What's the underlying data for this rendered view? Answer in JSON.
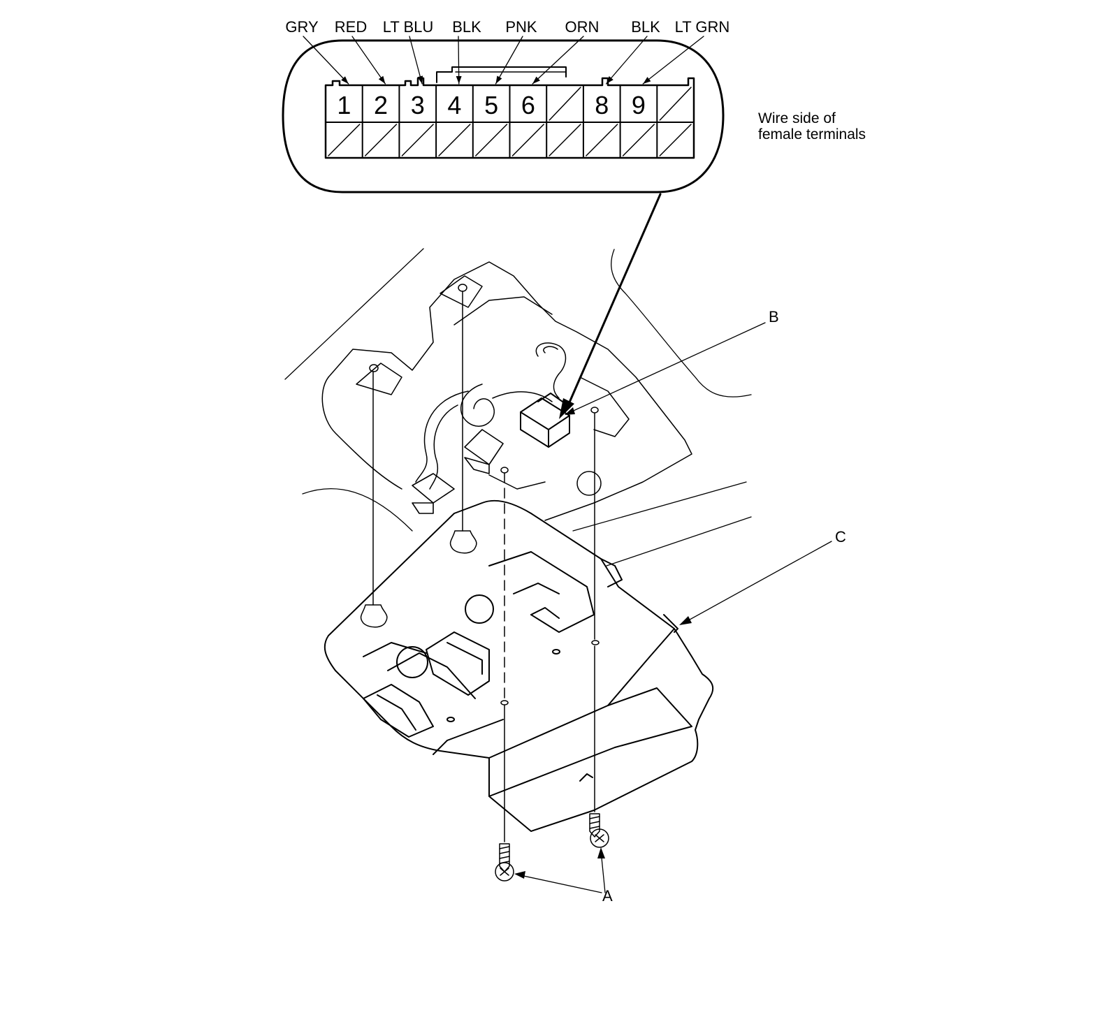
{
  "connector": {
    "wire_colors": [
      {
        "pin": "1",
        "color": "GRY"
      },
      {
        "pin": "2",
        "color": "RED"
      },
      {
        "pin": "3",
        "color": "LT BLU"
      },
      {
        "pin": "4",
        "color": "BLK"
      },
      {
        "pin": "5",
        "color": "PNK"
      },
      {
        "pin": "6",
        "color": "ORN"
      },
      {
        "pin": "8",
        "color": "BLK"
      },
      {
        "pin": "9",
        "color": "LT GRN"
      }
    ],
    "cavities_top_row": [
      "1",
      "2",
      "3",
      "4",
      "5",
      "6",
      "",
      "8",
      "9",
      ""
    ],
    "view_note_line1": "Wire side of",
    "view_note_line2": "female terminals"
  },
  "callouts": {
    "a": "A",
    "b": "B",
    "c": "C"
  }
}
